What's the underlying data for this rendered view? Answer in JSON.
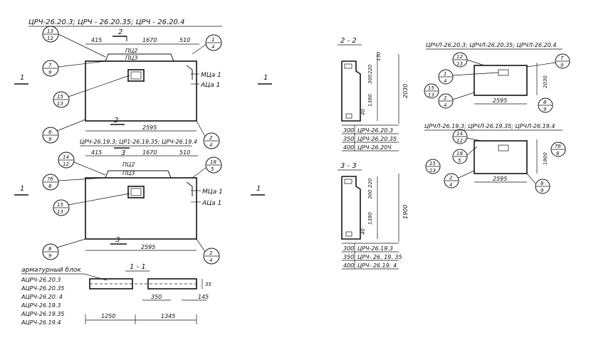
{
  "top_view": {
    "title": "ЦРЧ-26.20.3;  ЦРЧ - 26.20.35;  ЦРЧ - 26.20.4",
    "section_mark": "2",
    "dims": [
      "415",
      "1670",
      "510"
    ],
    "length": "2595",
    "labels": [
      "ПЦ2",
      "ПЦ3",
      "МЦа 1",
      "АЦа 1"
    ],
    "bubbles": [
      [
        "13",
        "12"
      ],
      [
        "1",
        "4"
      ],
      [
        "7",
        "9"
      ],
      [
        "15",
        "13"
      ],
      [
        "8",
        "9"
      ],
      [
        "2",
        "4"
      ]
    ],
    "section_cut": "1"
  },
  "mid_view": {
    "title": "ЦРЧ-26.19.3;  ЦР1-26.19.35;  ЦРЧ-26.19.4",
    "section_mark": "3",
    "dims": [
      "415",
      "1670",
      "510"
    ],
    "length": "2595",
    "labels": [
      "ПЦ2",
      "ПЦ3",
      "МЦа 1",
      "АЦа 1"
    ],
    "bubbles": [
      [
        "14",
        "12"
      ],
      [
        "18",
        "5"
      ],
      [
        "7б",
        "8"
      ],
      [
        "15",
        "13"
      ],
      [
        "8",
        "9"
      ],
      [
        "2",
        "4"
      ]
    ],
    "section_cut": "1"
  },
  "section_11": {
    "title": "1 - 1",
    "heading": "арматурный блок",
    "items": [
      "АЦРЧ-26.20.3",
      "АЦРЧ-26.20.35",
      "АЦРЧ-26.20. 4",
      "АЦРЧ-26.19.3",
      "АЦРЧ-26.19.35",
      "АЦРЧ-26.19.4"
    ],
    "dims": [
      "35",
      "350",
      "145",
      "1250",
      "1345"
    ]
  },
  "section_22": {
    "title": "2 - 2",
    "dims": [
      "130",
      "220",
      "300",
      "1380",
      "40",
      "2030"
    ],
    "table": [
      {
        "w": "300",
        "mark": "ЦРЧ-26.20.3"
      },
      {
        "w": "350",
        "mark": "ЦРЧ-26.20.35"
      },
      {
        "w": "400",
        "mark": "ЦРЧ-26.20Ч"
      }
    ]
  },
  "section_33": {
    "title": "3 - 3",
    "dims": [
      "220",
      "300",
      "1380",
      "40",
      "1900"
    ],
    "table": [
      {
        "w": "300",
        "mark": "ЦРЧ-26.19.3"
      },
      {
        "w": "350",
        "mark": "ЦРЧ- 26. 19. 35"
      },
      {
        "w": "400",
        "mark": "ЦРЧ- 26.19. 4"
      }
    ]
  },
  "right_top": {
    "title": "ЦРЧЛ-26.20.3;  ЦРЧЛ-26.20.35;  ЦРЧЛ-26.20.4",
    "dims": [
      "2030",
      "2595"
    ],
    "bubbles": [
      [
        "12",
        "13"
      ],
      [
        "1",
        "4"
      ],
      [
        "15",
        "13"
      ],
      [
        "2",
        "4"
      ],
      [
        "8",
        "9"
      ],
      [
        "7",
        "9"
      ]
    ]
  },
  "right_bottom": {
    "title": "ЦРЧЛ-26.19.3;  ЦРЧЛ-26.19.35;  ЦРЧЛ-26.19.4",
    "dims": [
      "1900",
      "2595"
    ],
    "bubbles": [
      [
        "14",
        "12"
      ],
      [
        "18",
        "5"
      ],
      [
        "15",
        "13"
      ],
      [
        "2",
        "4"
      ],
      [
        "7б",
        "8"
      ],
      [
        "8",
        "9"
      ]
    ]
  }
}
